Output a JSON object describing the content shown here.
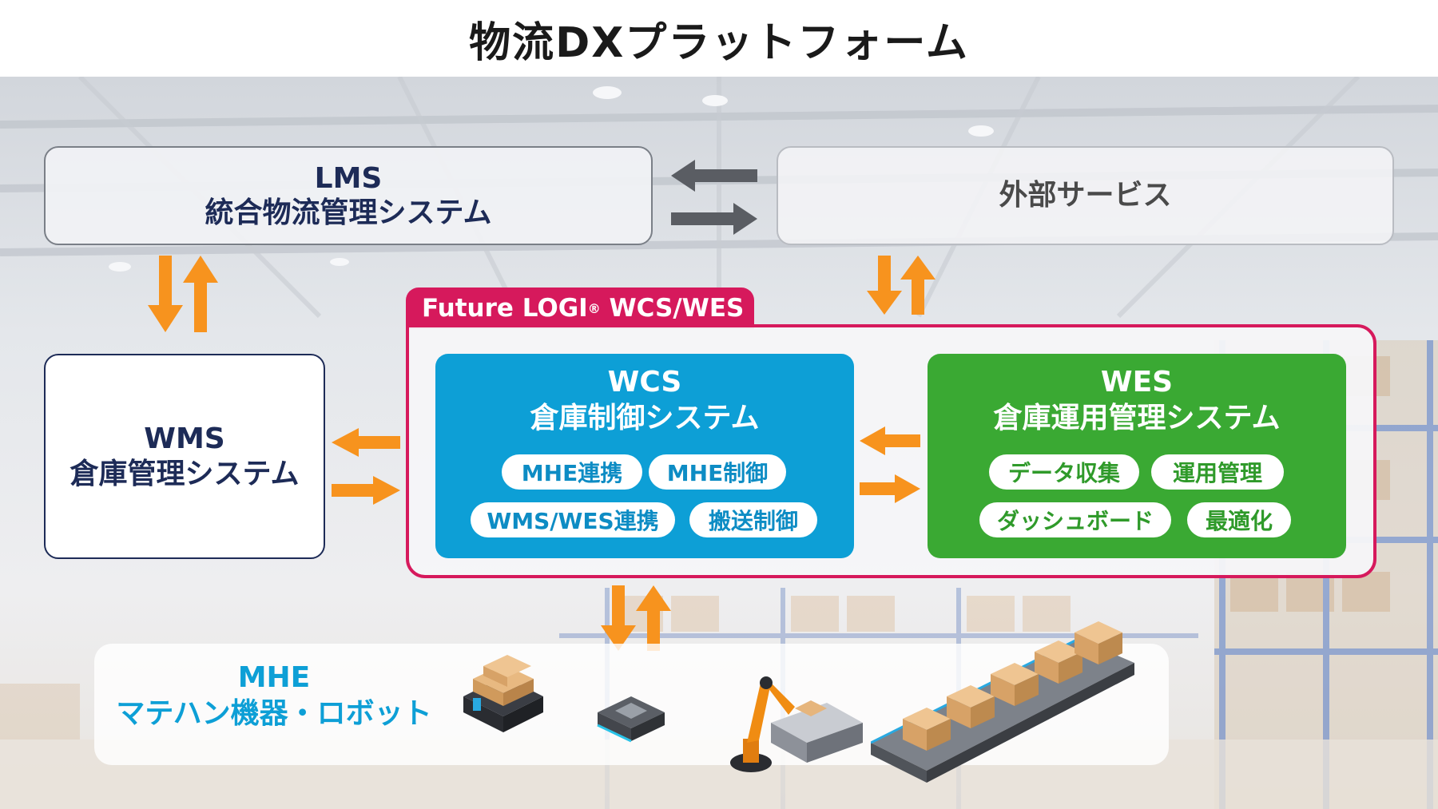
{
  "title": "物流DXプラットフォーム",
  "lms": {
    "abbr": "LMS",
    "name": "統合物流管理システム"
  },
  "external": {
    "name": "外部サービス"
  },
  "wms": {
    "abbr": "WMS",
    "name": "倉庫管理システム"
  },
  "platform": {
    "label": "Future LOGI",
    "reg": "®",
    "suffix": " WCS/WES"
  },
  "wcs": {
    "abbr": "WCS",
    "name": "倉庫制御システム",
    "features": [
      "MHE連携",
      "MHE制御",
      "WMS/WES連携",
      "搬送制御"
    ]
  },
  "wes": {
    "abbr": "WES",
    "name": "倉庫運用管理システム",
    "features": [
      "データ収集",
      "運用管理",
      "ダッシュボード",
      "最適化"
    ]
  },
  "mhe": {
    "abbr": "MHE",
    "name": "マテハン機器・ロボット"
  },
  "colors": {
    "navy": "#1d2b57",
    "wcs_blue": "#0d9fd6",
    "wes_green": "#3aa933",
    "platform_magenta": "#d6195c",
    "arrow_orange": "#f7931e",
    "arrow_gray": "#5a5d63"
  }
}
